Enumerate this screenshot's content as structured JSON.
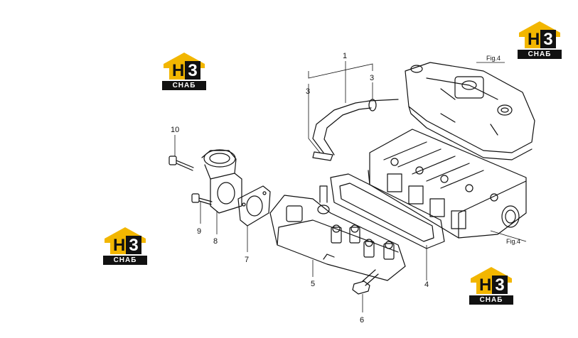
{
  "callouts": {
    "c1": "1",
    "c3a": "3",
    "c3b": "3",
    "c4": "4",
    "c5": "5",
    "c6": "6",
    "c7": "7",
    "c8": "8",
    "c9": "9",
    "c10": "10"
  },
  "fig_refs": {
    "top": "Fig.4",
    "bottom": "Fig.4"
  },
  "logo": {
    "letters_h": "H",
    "letters_e": "3",
    "subtitle": "СНАБ",
    "accent": "#f2b600",
    "dark": "#111111"
  }
}
